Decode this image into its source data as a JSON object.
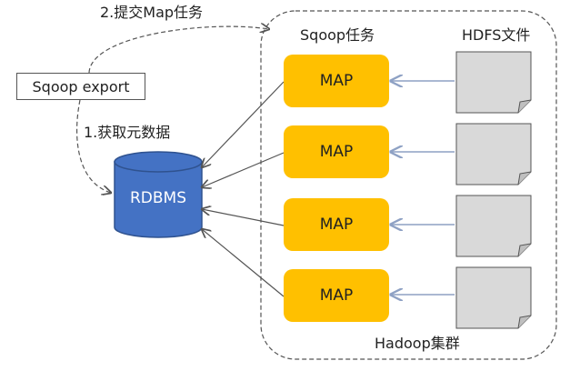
{
  "labels": {
    "submit": "2.提交Map任务",
    "sqoop_export": "Sqoop export",
    "fetch": "1.获取元数据",
    "sqoop_task": "Sqoop任务",
    "hdfs_file": "HDFS文件",
    "rdbms": "RDBMS",
    "cluster": "Hadoop集群"
  },
  "map_tasks": [
    "MAP",
    "MAP",
    "MAP",
    "MAP"
  ],
  "colors": {
    "map_fill": "#ffc000",
    "db_fill": "#4472c4",
    "db_stroke": "#2f528f",
    "file_fill": "#d9d9d9",
    "file_to_map_arrow": "#8ea1c4",
    "map_to_db_arrow": "#555555"
  }
}
